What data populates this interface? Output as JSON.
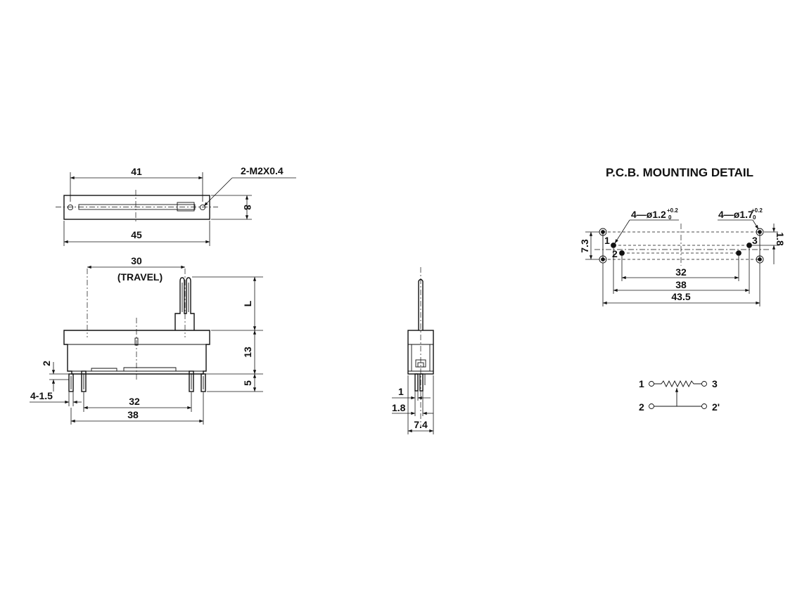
{
  "top_view": {
    "dim_length_inner": "41",
    "dim_length_outer": "45",
    "dim_height": "8",
    "thread_note": "2-M2X0.4"
  },
  "front_view": {
    "dim_travel": "30",
    "travel_label": "(TRAVEL)",
    "dim_lever": "L",
    "dim_body_height": "13",
    "dim_pin_length": "5",
    "dim_pin_offset": "2",
    "dim_pin_width": "4-1.5",
    "dim_pin_spacing": "32",
    "dim_overall": "38"
  },
  "side_view": {
    "dim_pin_thickness": "1",
    "dim_pin_pitch": "1.8",
    "dim_width": "7.4"
  },
  "pcb_detail": {
    "title": "P.C.B. MOUNTING DETAIL",
    "hole_note_small": "4—ø1.2",
    "hole_tol_small_upper": "+0.2",
    "hole_tol_small_lower": "0",
    "hole_note_large": "4—ø1.7",
    "hole_tol_large_upper": "+0.2",
    "hole_tol_large_lower": "0",
    "dim_vertical": "7.3",
    "dim_right": "1.8",
    "dim_inner": "32",
    "dim_middle": "38",
    "dim_outer": "43.5",
    "pin_1": "1",
    "pin_2": "2",
    "pin_3": "3"
  },
  "schematic": {
    "pin_1": "1",
    "pin_2": "2",
    "pin_3": "3",
    "pin_2_prime": "2'"
  }
}
